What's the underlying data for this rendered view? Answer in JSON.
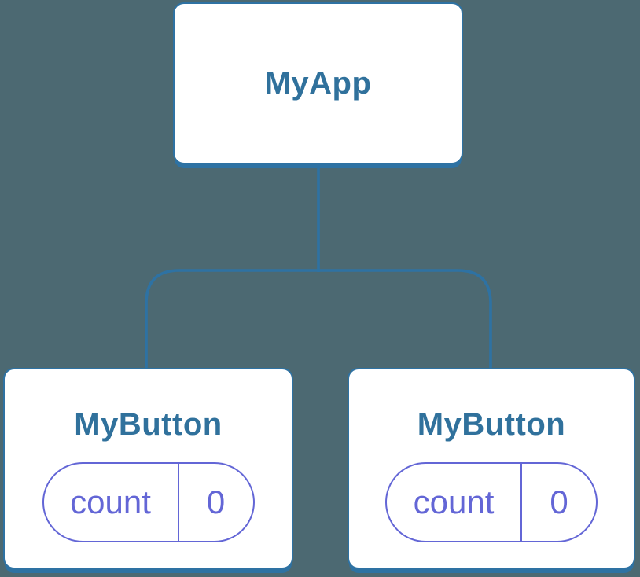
{
  "colors": {
    "bg": "#4C6972",
    "line": "#2E72A3",
    "label": "#30719C",
    "purple": "#6366D6",
    "card-bg": "#FFFFFF"
  },
  "tree": {
    "root": {
      "label": "MyApp"
    },
    "children": [
      {
        "label": "MyButton",
        "state": {
          "name": "count",
          "value": "0"
        }
      },
      {
        "label": "MyButton",
        "state": {
          "name": "count",
          "value": "0"
        }
      }
    ]
  }
}
